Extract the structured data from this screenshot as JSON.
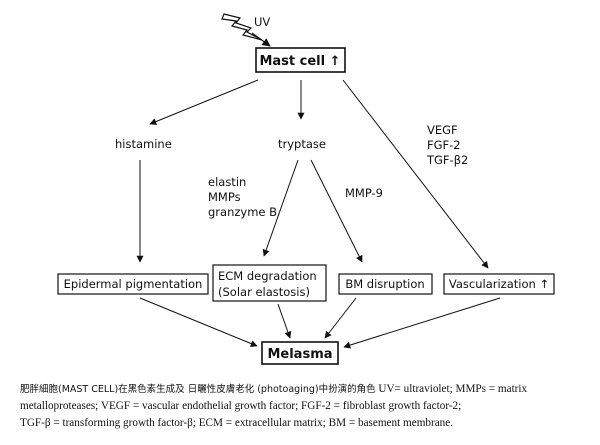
{
  "diagram": {
    "uv": "UV",
    "mast_cell": "Mast cell ↑",
    "histamine": "histamine",
    "tryptase": "tryptase",
    "growth_factors": [
      "VEGF",
      "FGF-2",
      "TGF-β2"
    ],
    "tryptase_targets": [
      "elastin",
      "MMPs",
      "granzyme B"
    ],
    "mmp9": "MMP-9",
    "epidermal": "Epidermal pigmentation",
    "ecm_line1": "ECM degradation",
    "ecm_line2": "(Solar elastosis)",
    "bm": "BM disruption",
    "vascularization": "Vascularization ↑",
    "melasma": "Melasma"
  },
  "caption": {
    "line1_cjk": "肥胖細胞(MAST CELL)在黑色素生成及 日曬性皮膚老化 (photoaging)中扮演的角色",
    "line1_rest": " UV= ultraviolet; MMPs = matrix",
    "line2": "metalloproteases; VEGF = vascular endothelial growth factor; FGF-2 = fibroblast growth factor-2;",
    "line3": "TGF-β = transforming growth factor-β; ECM = extracellular matrix; BM = basement membrane."
  }
}
